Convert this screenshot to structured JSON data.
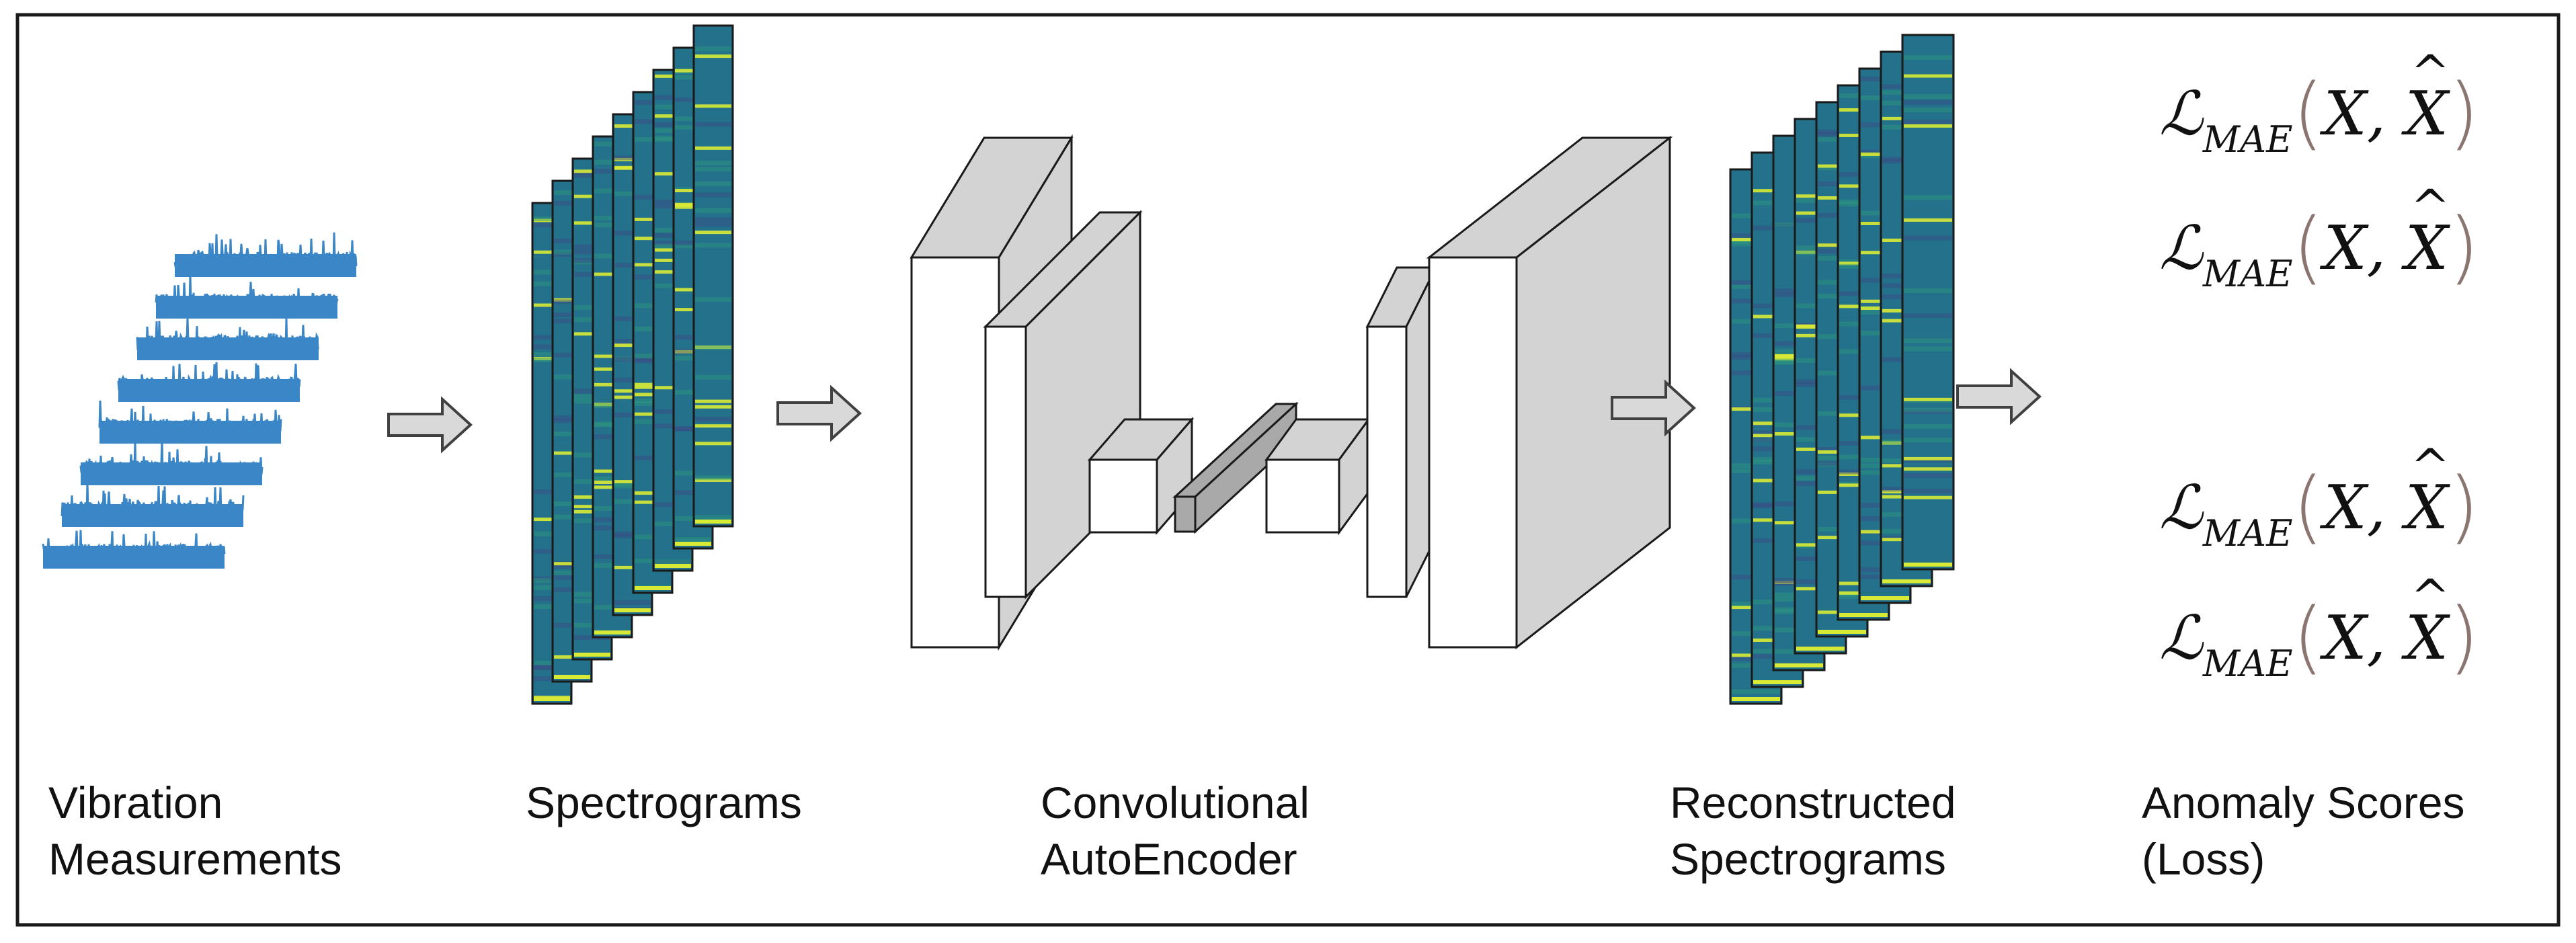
{
  "stages": [
    {
      "id": "vibration",
      "lines": [
        "Vibration",
        "Measurements"
      ]
    },
    {
      "id": "spectrograms",
      "lines": [
        "Spectrograms"
      ]
    },
    {
      "id": "autoencoder",
      "lines": [
        "Convolutional",
        "AutoEncoder"
      ]
    },
    {
      "id": "reconstructed",
      "lines": [
        "Reconstructed",
        "Spectrograms"
      ]
    },
    {
      "id": "scores",
      "lines": [
        "Anomaly Scores",
        "(Loss)"
      ]
    }
  ],
  "loss": {
    "symbol": "ℒ",
    "subscript": "MAE",
    "open": "(",
    "args": "X, ",
    "x": "X",
    "hat": "^",
    "close": ")"
  },
  "colors": {
    "frame": "#1a1a1a",
    "signal": "#3a86c6",
    "arrow_fill": "#d9d9d9",
    "arrow_stroke": "#404040",
    "block_face": "#ffffff",
    "block_side": "#d3d3d3",
    "bottleneck": "#a9a9a9",
    "spec_base": "#23718a",
    "spec_bright": "#d8ea35",
    "spec_dark": "#3a4a86",
    "loss_paren": "#8a7570"
  }
}
